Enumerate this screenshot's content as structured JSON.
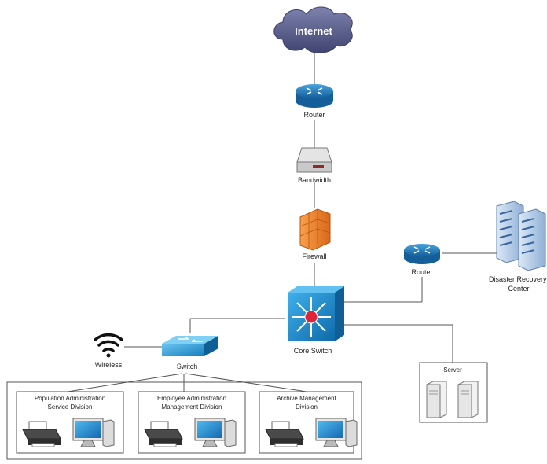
{
  "nodes": {
    "internet": "Internet",
    "top_router": "Router",
    "bandwidth": "Bandwidth",
    "firewall": "Firewall",
    "core_switch": "Core Switch",
    "dr_router": "Router",
    "dr_center_line1": "Disaster Recovery",
    "dr_center_line2": "Center",
    "wireless": "Wireless",
    "switch": "Switch",
    "server": "Server"
  },
  "divisions": [
    {
      "line1": "Population Administration",
      "line2": "Service Division"
    },
    {
      "line1": "Employee Administration",
      "line2": "Management Division"
    },
    {
      "line1": "Archive Management",
      "line2": "Division"
    }
  ],
  "colors": {
    "router_blue": "#1f7bbf",
    "switch_blue": "#1d8fd0",
    "firewall_orange": "#f08a2a",
    "cloud": "#5a5f8a",
    "link": "#555555"
  }
}
